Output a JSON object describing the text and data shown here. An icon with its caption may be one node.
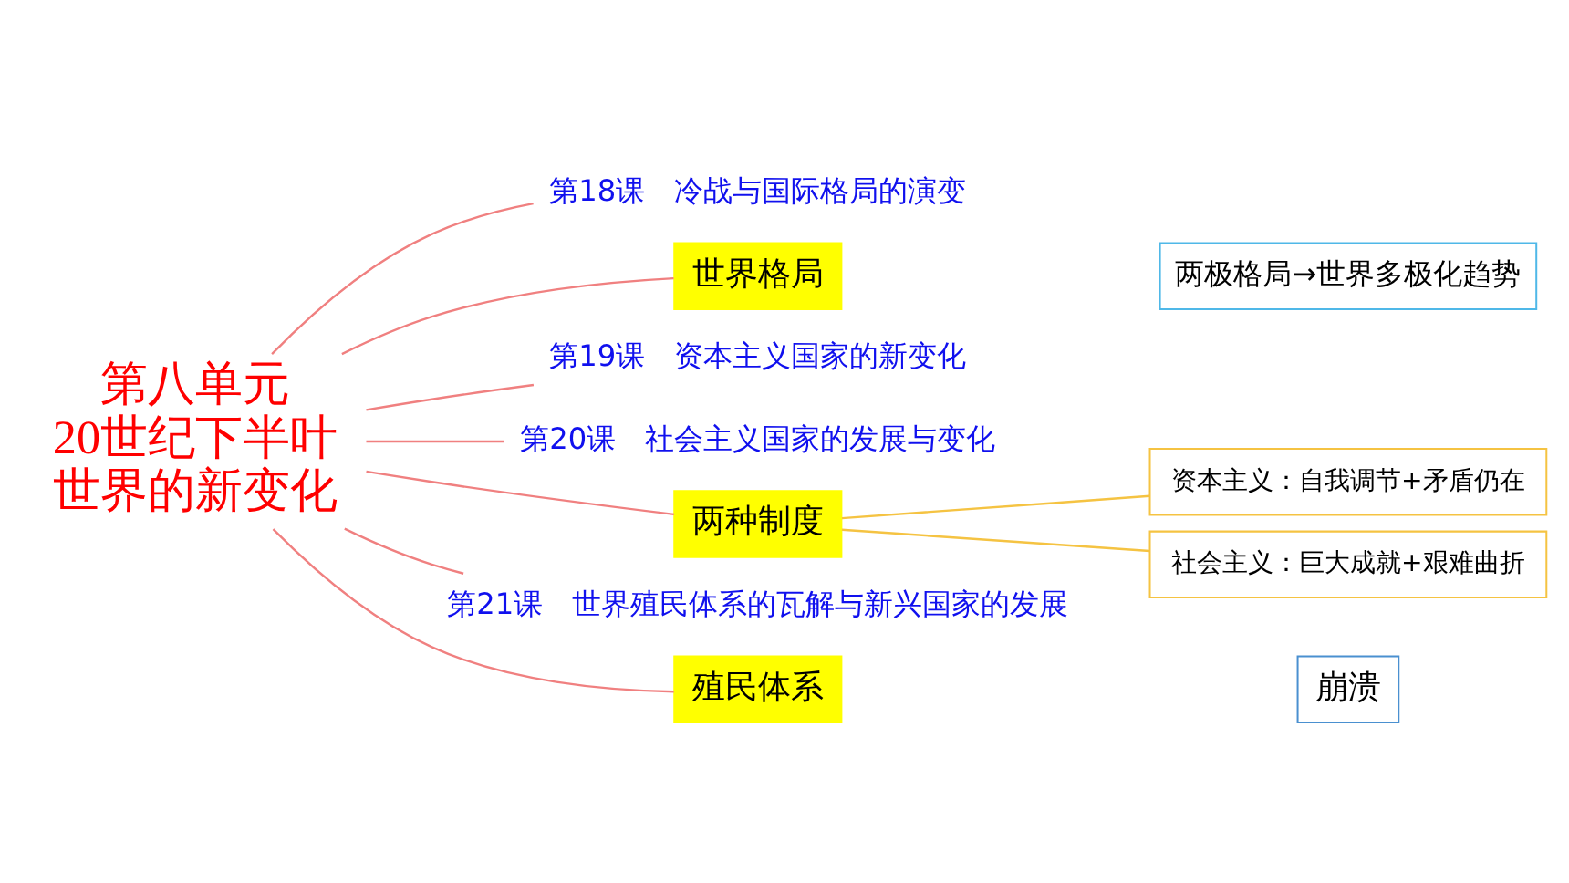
{
  "diagram": {
    "nodes": [
      {
        "text": [
          "第八单元",
          "20世纪下半叶",
          "世界的新变化"
        ]
      },
      {
        "text": [
          "第18课　冷战与国际格局的演变"
        ]
      },
      {
        "text": [
          "世界格局"
        ]
      },
      {
        "text": [
          "两极格局→世界多极化趋势"
        ]
      },
      {
        "text": [
          "第19课　资本主义国家的新变化"
        ]
      },
      {
        "text": [
          "第20课　社会主义国家的发展与变化"
        ]
      },
      {
        "text": [
          "两种制度"
        ]
      },
      {
        "text": [
          "资本主义：自我调节+矛盾仍在"
        ]
      },
      {
        "text": [
          "社会主义：巨大成就+艰难曲折"
        ]
      },
      {
        "text": [
          "第21课　世界殖民体系的瓦解与新兴国家的发展"
        ]
      },
      {
        "text": [
          "殖民体系"
        ]
      },
      {
        "text": [
          "崩溃"
        ]
      }
    ],
    "edges": [
      {
        "from": 0,
        "to": 1,
        "arrow": "none"
      },
      {
        "from": 0,
        "to": 2,
        "arrow": "none"
      },
      {
        "from": 0,
        "to": 4,
        "arrow": "none"
      },
      {
        "from": 0,
        "to": 5,
        "arrow": "none"
      },
      {
        "from": 0,
        "to": 6,
        "arrow": "none"
      },
      {
        "from": 0,
        "to": 9,
        "arrow": "none"
      },
      {
        "from": 0,
        "to": 10,
        "arrow": "none"
      },
      {
        "from": 6,
        "to": 7,
        "arrow": "none",
        "color": "#f5c342"
      },
      {
        "from": 6,
        "to": 8,
        "arrow": "none",
        "color": "#f5c342"
      }
    ]
  }
}
